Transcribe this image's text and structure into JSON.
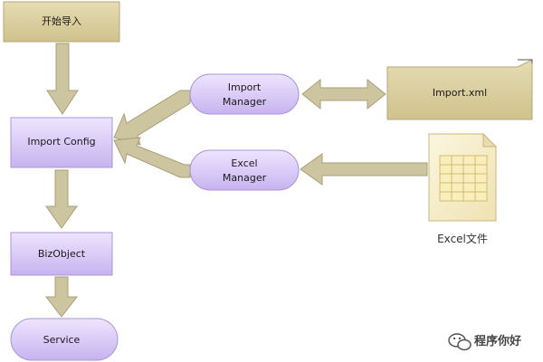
{
  "nodes": {
    "start": "开始导入",
    "import_config": "Import Config",
    "bizobject": "BizObject",
    "service": "Service",
    "import_manager_line1": "Import",
    "import_manager_line2": "Manager",
    "excel_manager_line1": "Excel",
    "excel_manager_line2": "Manager",
    "import_xml": "Import.xml"
  },
  "labels": {
    "excel_file": "Excel文件",
    "watermark": "程序你好"
  },
  "colors": {
    "start_fill": "#d7cc99",
    "purple_fill": "#d9c9f5",
    "arrow_fill": "#ccc3a0",
    "file_fill": "#e2d8b5"
  }
}
